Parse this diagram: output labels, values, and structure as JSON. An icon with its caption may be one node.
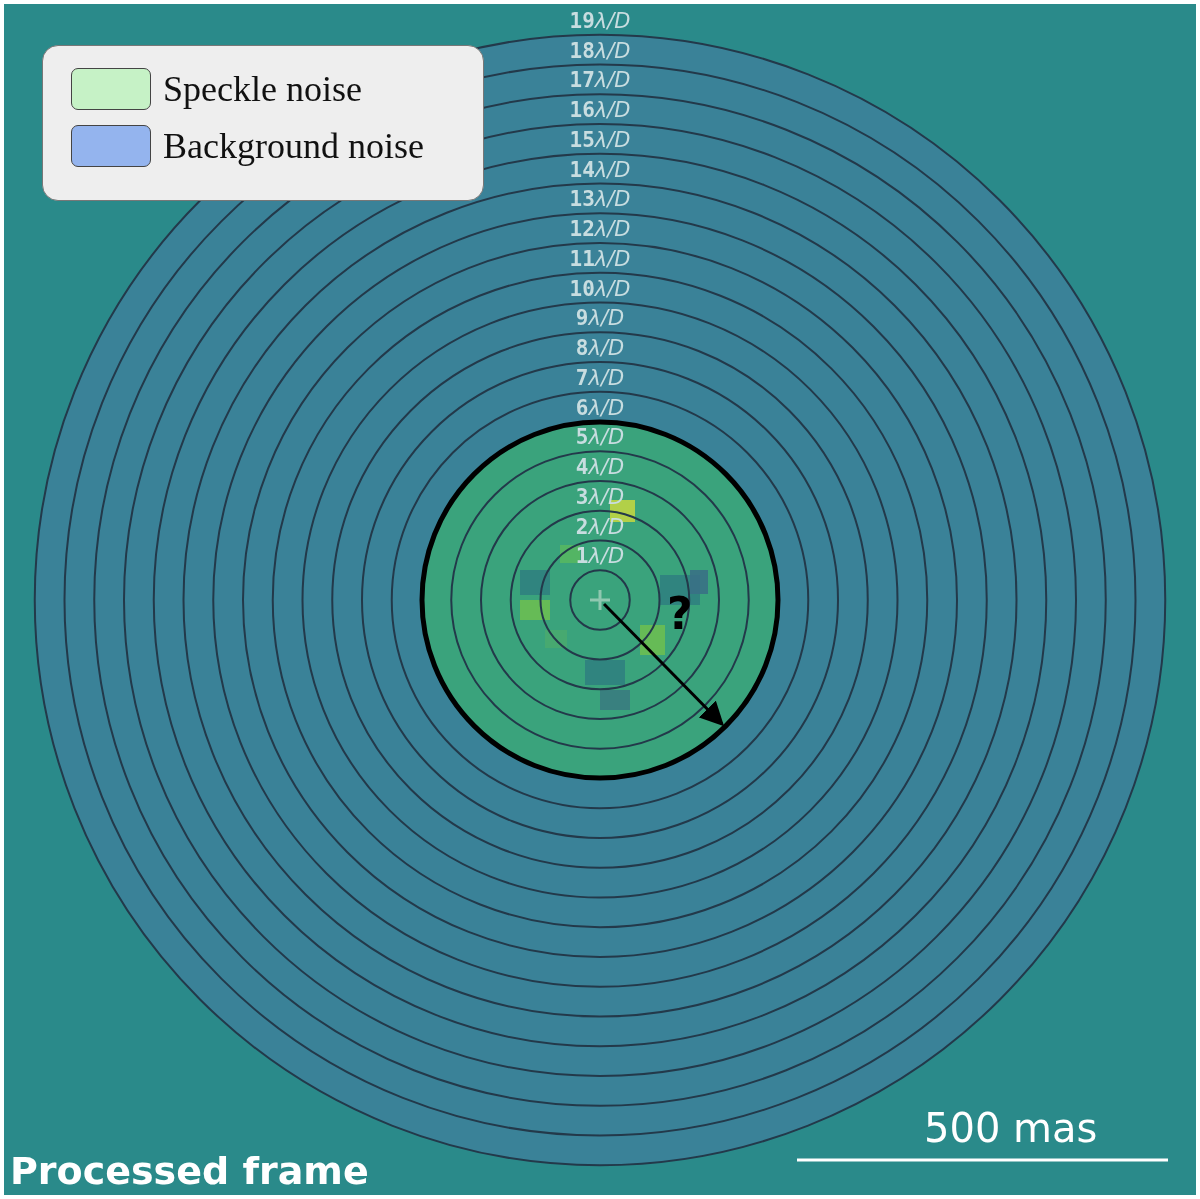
{
  "diagram": {
    "labels": [
      "19λ/D",
      "18λ/D",
      "17λ/D",
      "16λ/D",
      "15λ/D",
      "14λ/D",
      "13λ/D",
      "12λ/D",
      "11λ/D",
      "10λ/D",
      "9λ/D",
      "8λ/D",
      "7λ/D",
      "6λ/D",
      "5λ/D",
      "4λ/D",
      "3λ/D",
      "2λ/D",
      "1λ/D",
      "?",
      "500 mas",
      "Processed frame"
    ],
    "legend": [
      {
        "text": "Speckle noise",
        "color": "#c6f2c6"
      },
      {
        "text": "Background noise",
        "color": "#94b4ee"
      }
    ]
  }
}
